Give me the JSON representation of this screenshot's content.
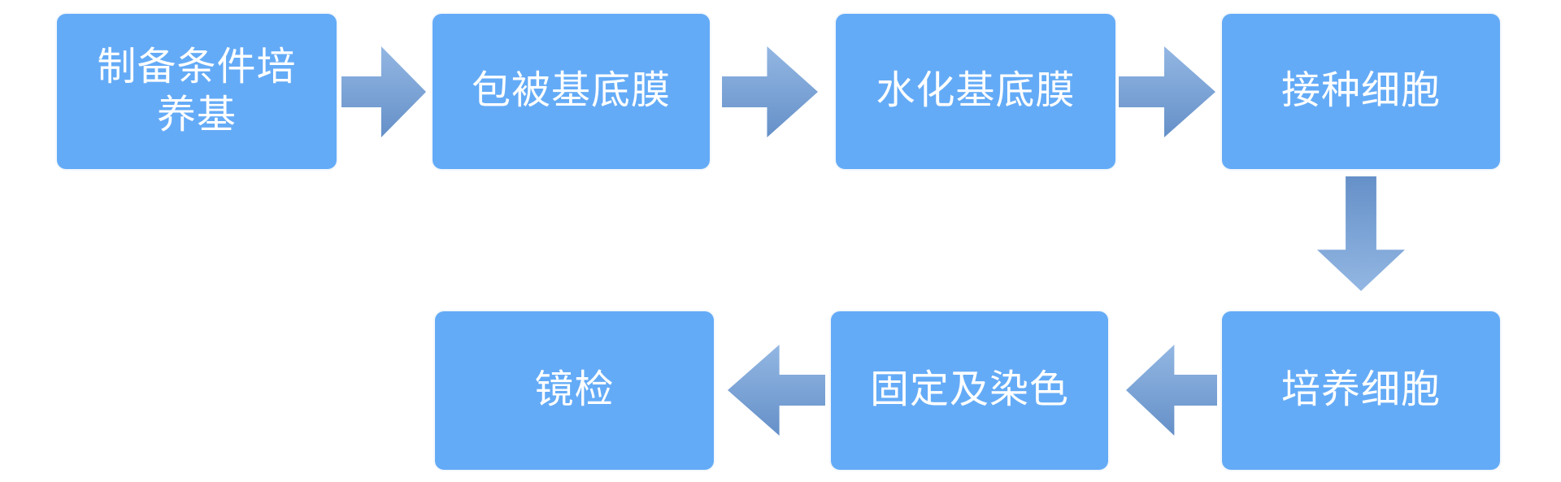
{
  "diagram": {
    "type": "flowchart",
    "description": "Laboratory cell invasion/culture assay process flow, two rows of blue rounded boxes connected by block arrows",
    "colors": {
      "background": "#ffffff",
      "box_fill": "#64abf7",
      "text": "#ffffff",
      "arrow_light": "#93b7e3",
      "arrow_dark": "#6590c8"
    },
    "steps": [
      {
        "id": 1,
        "label": "制备条件培\n养基"
      },
      {
        "id": 2,
        "label": "包被基底膜"
      },
      {
        "id": 3,
        "label": "水化基底膜"
      },
      {
        "id": 4,
        "label": "接种细胞"
      },
      {
        "id": 5,
        "label": "培养细胞"
      },
      {
        "id": 6,
        "label": "固定及染色"
      },
      {
        "id": 7,
        "label": "镜检"
      }
    ],
    "connections": [
      {
        "from": 1,
        "to": 2,
        "direction": "right"
      },
      {
        "from": 2,
        "to": 3,
        "direction": "right"
      },
      {
        "from": 3,
        "to": 4,
        "direction": "right"
      },
      {
        "from": 4,
        "to": 5,
        "direction": "down"
      },
      {
        "from": 5,
        "to": 6,
        "direction": "left"
      },
      {
        "from": 6,
        "to": 7,
        "direction": "left"
      }
    ]
  }
}
